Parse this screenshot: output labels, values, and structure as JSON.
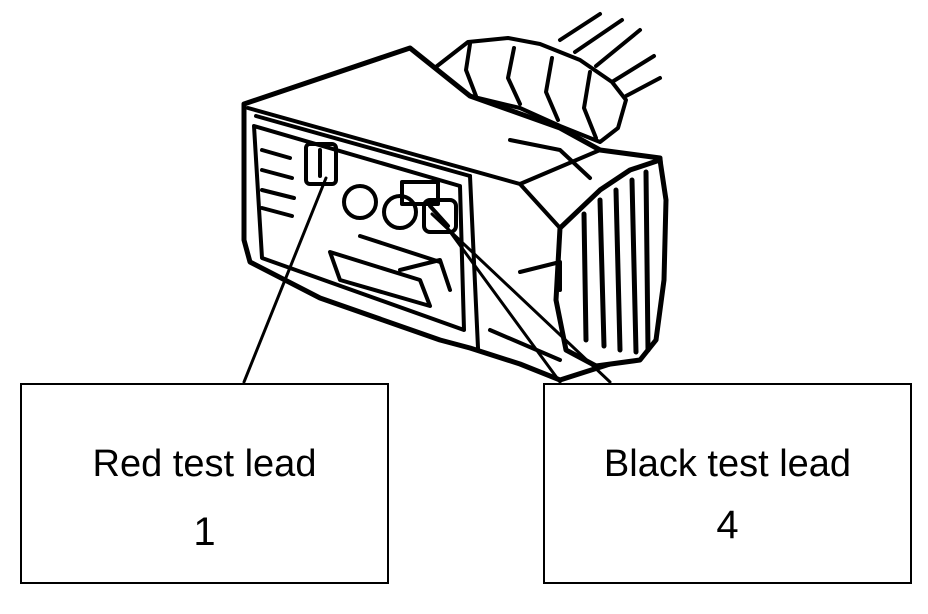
{
  "labels": {
    "red": {
      "title": "Red test lead",
      "pin": "1"
    },
    "black": {
      "title": "Black test lead",
      "pin": "4"
    }
  },
  "colors": {
    "stroke": "#000000",
    "background": "#ffffff"
  }
}
